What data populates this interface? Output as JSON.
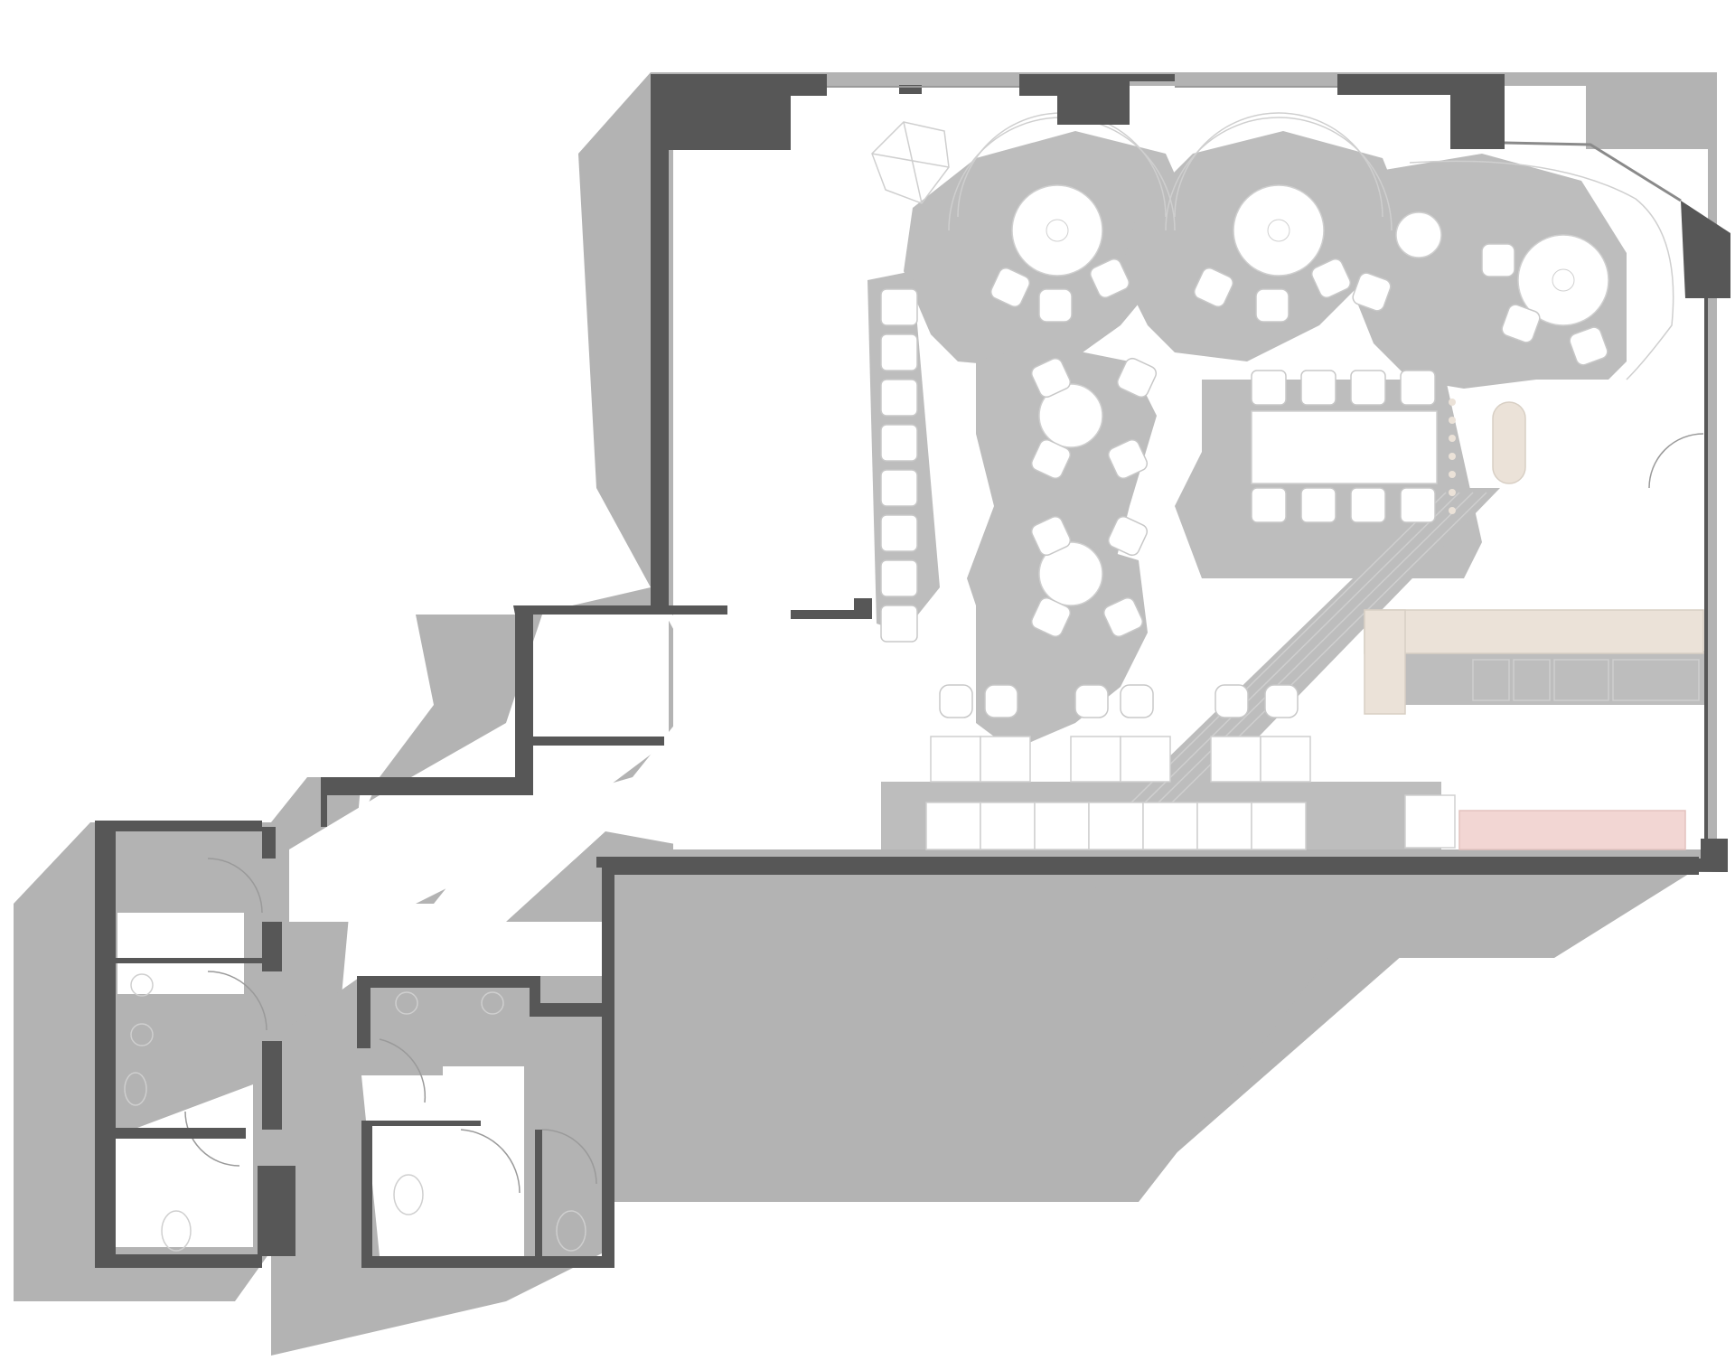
{
  "colors": {
    "wall": "#575757",
    "shadow": "#b3b3b3",
    "floor": "#ffffff",
    "furniture": "#bdbdbd",
    "bar_counter": "#ebe2d8",
    "pink_counter": "#f2d6d3"
  },
  "counts": {
    "round_tables_top_row": 4,
    "round_tables_center_column": 2,
    "wall_booth_seats": 8,
    "long_table_chairs": 8,
    "lounge_chairs_bottom": 6
  }
}
